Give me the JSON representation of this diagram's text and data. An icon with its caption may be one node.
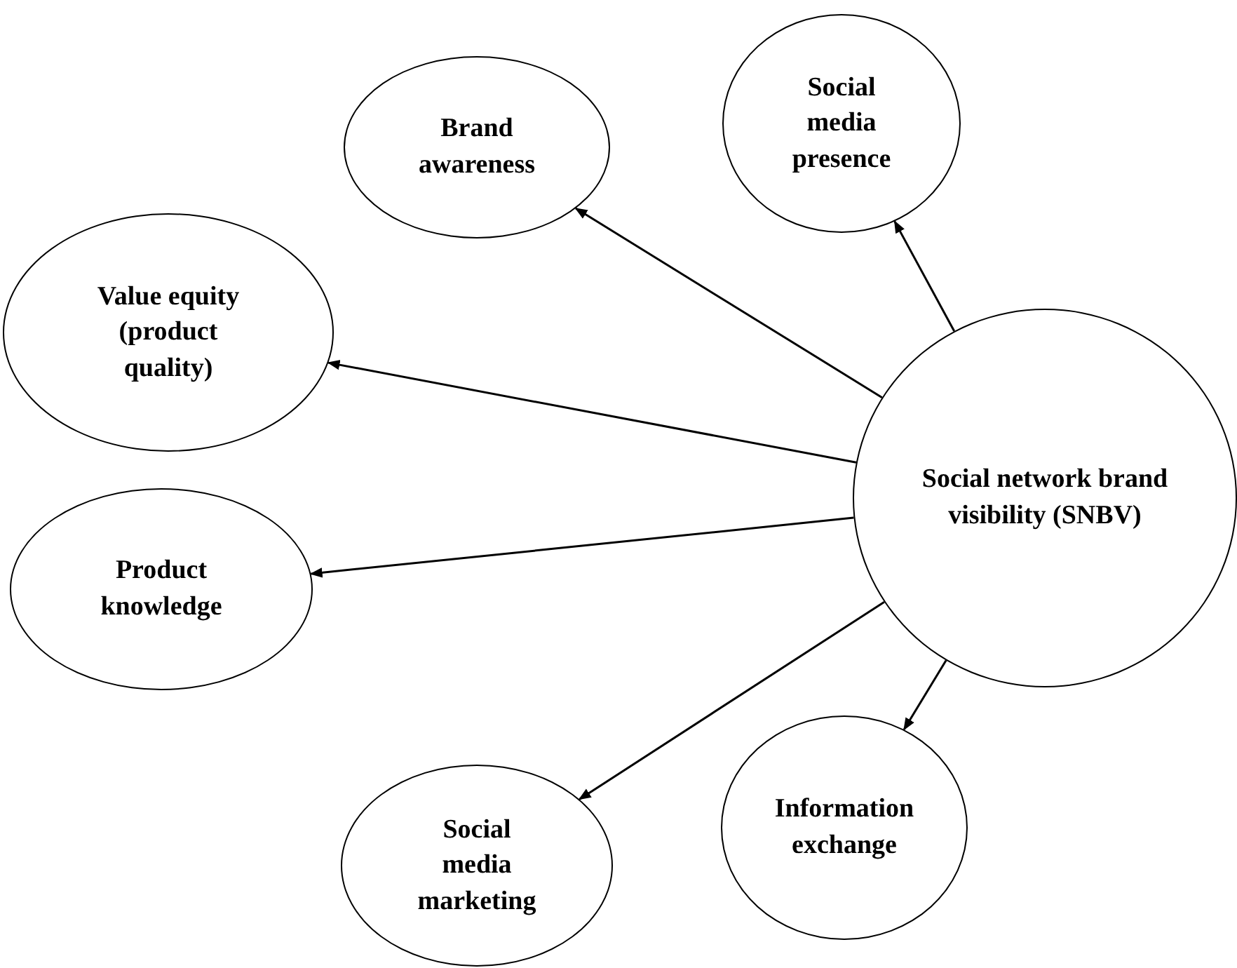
{
  "diagram": {
    "nodes": [
      {
        "text": [
          "Brand awareness"
        ]
      },
      {
        "text": [
          "Social media presence"
        ]
      },
      {
        "text": [
          "Value equity (product quality)"
        ]
      },
      {
        "text": [
          "Social network brand visibility (SNBV)"
        ]
      },
      {
        "text": [
          "Product knowledge"
        ]
      },
      {
        "text": [
          "Social media marketing"
        ]
      },
      {
        "text": [
          "Information exchange"
        ]
      }
    ],
    "edges": [
      {
        "from": 3,
        "to": 0,
        "arrow": "to"
      },
      {
        "from": 3,
        "to": 1,
        "arrow": "to"
      },
      {
        "from": 3,
        "to": 2,
        "arrow": "to"
      },
      {
        "from": 3,
        "to": 4,
        "arrow": "to"
      },
      {
        "from": 3,
        "to": 5,
        "arrow": "to"
      },
      {
        "from": 3,
        "to": 6,
        "arrow": "to"
      }
    ]
  }
}
